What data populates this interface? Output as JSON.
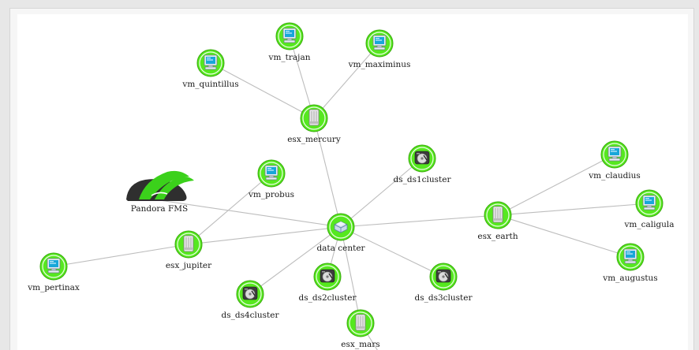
{
  "logo": {
    "label": "Pandora FMS",
    "brand_color": "#2f2f2f",
    "accent": "#3bd11b"
  },
  "colors": {
    "node_halo": "#56e81f",
    "edge": "#bdbdbd"
  },
  "nodes": {
    "vm_trajan": {
      "label": "vm_trajan",
      "icon": "monitor-icon"
    },
    "vm_maximinus": {
      "label": "vm_maximinus",
      "icon": "monitor-icon"
    },
    "vm_quintillus": {
      "label": "vm_quintillus",
      "icon": "monitor-icon"
    },
    "esx_mercury": {
      "label": "esx_mercury",
      "icon": "server-icon"
    },
    "ds_ds1cluster": {
      "label": "ds_ds1cluster",
      "icon": "hard-disk-icon"
    },
    "vm_probus": {
      "label": "vm_probus",
      "icon": "monitor-icon"
    },
    "data_center": {
      "label": "data center",
      "icon": "datacenter-icon"
    },
    "esx_earth": {
      "label": "esx_earth",
      "icon": "server-icon"
    },
    "vm_claudius": {
      "label": "vm_claudius",
      "icon": "monitor-icon"
    },
    "vm_caligula": {
      "label": "vm_caligula",
      "icon": "monitor-icon"
    },
    "vm_augustus": {
      "label": "vm_augustus",
      "icon": "monitor-icon"
    },
    "esx_jupiter": {
      "label": "esx_jupiter",
      "icon": "server-icon"
    },
    "vm_pertinax": {
      "label": "vm_pertinax",
      "icon": "monitor-icon"
    },
    "ds_ds2cluster": {
      "label": "ds_ds2cluster",
      "icon": "hard-disk-icon"
    },
    "ds_ds3cluster": {
      "label": "ds_ds3cluster",
      "icon": "hard-disk-icon"
    },
    "ds_ds4cluster": {
      "label": "ds_ds4cluster",
      "icon": "hard-disk-icon"
    },
    "esx_mars": {
      "label": "esx_mars",
      "icon": "server-icon"
    }
  },
  "edges": [
    [
      "vm_trajan",
      "esx_mercury"
    ],
    [
      "vm_maximinus",
      "esx_mercury"
    ],
    [
      "vm_quintillus",
      "esx_mercury"
    ],
    [
      "esx_mercury",
      "data_center"
    ],
    [
      "ds_ds1cluster",
      "data_center"
    ],
    [
      "pandora_logo",
      "data_center"
    ],
    [
      "esx_jupiter",
      "data_center"
    ],
    [
      "esx_earth",
      "data_center"
    ],
    [
      "vm_claudius",
      "esx_earth"
    ],
    [
      "vm_caligula",
      "esx_earth"
    ],
    [
      "vm_augustus",
      "esx_earth"
    ],
    [
      "vm_probus",
      "esx_jupiter"
    ],
    [
      "vm_pertinax",
      "esx_jupiter"
    ],
    [
      "ds_ds2cluster",
      "data_center"
    ],
    [
      "ds_ds3cluster",
      "data_center"
    ],
    [
      "ds_ds4cluster",
      "data_center"
    ],
    [
      "esx_mars",
      "data_center"
    ],
    [
      "esx_mars",
      "offscreen_child"
    ]
  ]
}
